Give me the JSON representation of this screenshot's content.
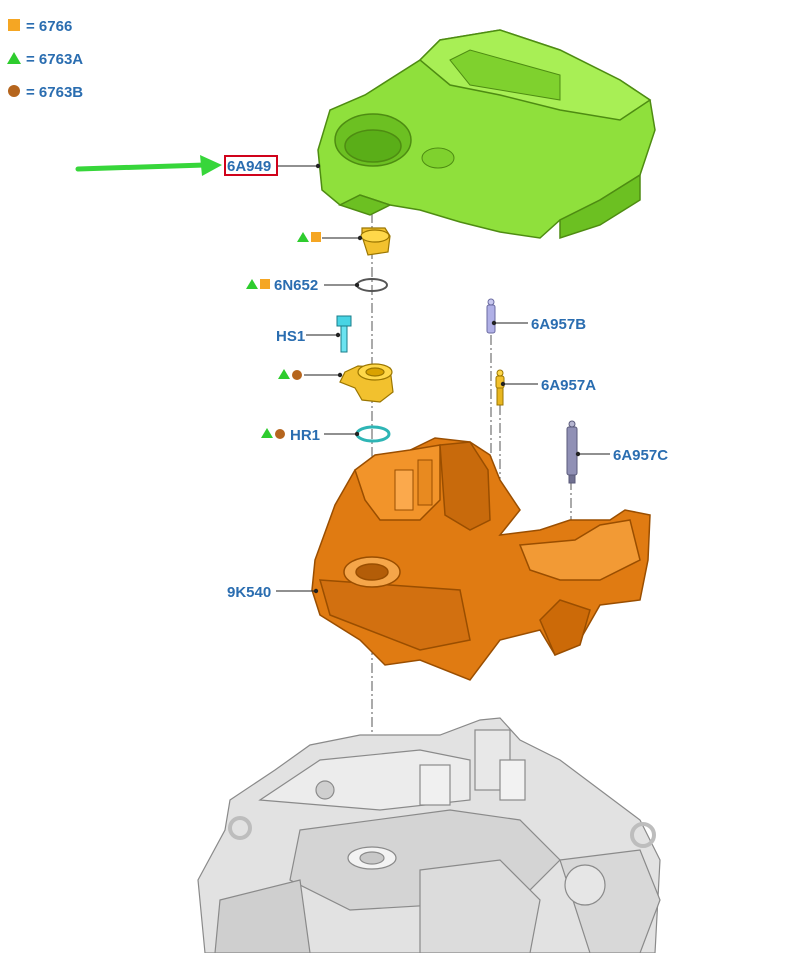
{
  "legend": [
    {
      "symbol": "square-icon",
      "color": "#f5a623",
      "text": "= 6766"
    },
    {
      "symbol": "triangle-icon",
      "color": "#2ecc2e",
      "text": "= 6763A"
    },
    {
      "symbol": "circle-icon",
      "color": "#b5651d",
      "text": "= 6763B"
    }
  ],
  "parts": {
    "engine_cover": "6A949",
    "o_ring": "6N652",
    "bolt": "HS1",
    "seal_ring": "HR1",
    "connector_b": "6A957B",
    "connector_a": "6A957A",
    "connector_c": "6A957C",
    "intake_manifold": "9K540"
  },
  "colors": {
    "cover_green": "#8fe03c",
    "manifold_orange": "#e07b12",
    "fitting_yellow": "#f2c12e",
    "engine_grey": "#d9d9d9",
    "label_blue": "#2a6db0",
    "highlight_red": "#d0021b",
    "arrow_green": "#37d63a"
  }
}
